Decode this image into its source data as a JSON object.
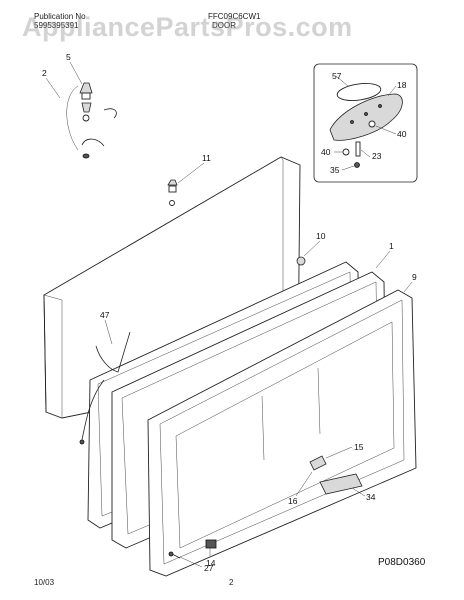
{
  "header": {
    "publication_label": "Publication No",
    "publication_value": "5995395391",
    "model": "FFC09C6CW1",
    "section": "DOOR"
  },
  "watermark": "AppliancePartsPros.com",
  "callouts": [
    "5",
    "2",
    "11",
    "10",
    "1",
    "9",
    "47",
    "15",
    "16",
    "34",
    "14",
    "27",
    "57",
    "18",
    "40",
    "40",
    "23",
    "35"
  ],
  "diagram_code": "P08D0360",
  "footer": {
    "date": "10/03",
    "page": "2"
  }
}
